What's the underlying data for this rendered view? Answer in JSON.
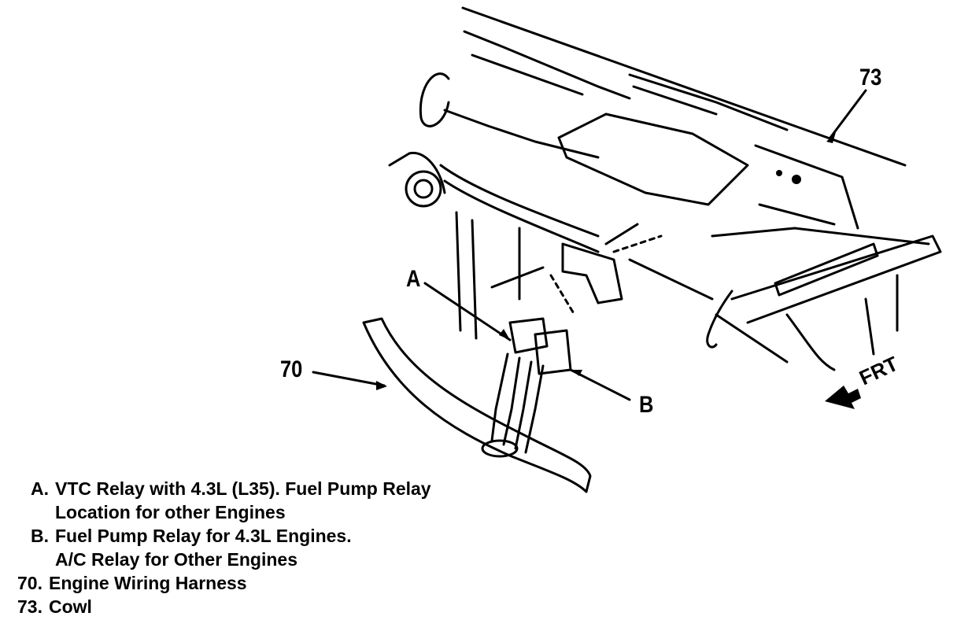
{
  "callouts": {
    "c73": "73",
    "cA": "A",
    "c70": "70",
    "cB": "B",
    "frt": "FRT"
  },
  "legend": [
    {
      "key": "A.",
      "lines": [
        "VTC Relay with 4.3L (L35). Fuel Pump Relay",
        "Location for other Engines"
      ]
    },
    {
      "key": "B.",
      "lines": [
        "Fuel Pump Relay for 4.3L Engines.",
        "A/C Relay for Other Engines"
      ]
    },
    {
      "key": "70.",
      "lines": [
        "Engine Wiring Harness"
      ]
    },
    {
      "key": "73.",
      "lines": [
        "Cowl"
      ]
    }
  ],
  "colors": {
    "ink": "#000000",
    "paper": "#ffffff"
  }
}
